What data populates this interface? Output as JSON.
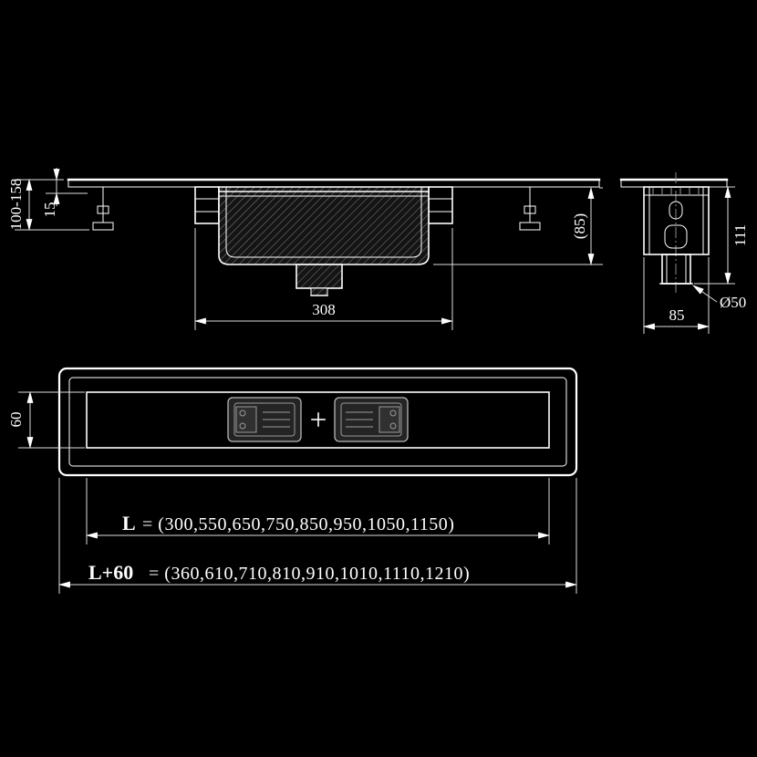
{
  "colors": {
    "background": "#000000",
    "line": "#ffffff",
    "hatch": "#7a7a7a",
    "bracket_fill": "#242424"
  },
  "side_view": {
    "dim_installation_height": "100-158",
    "dim_tile_thickness": "15",
    "dim_body_length": "308",
    "dim_depth": "(85)"
  },
  "end_view": {
    "dim_total_height": "111",
    "dim_outlet_diameter": "Ø50",
    "dim_body_width": "85"
  },
  "plan_view": {
    "dim_channel_width": "60",
    "length_label": "L",
    "length_values": "= (300,550,650,750,850,950,1050,1150)",
    "total_label": "L+60",
    "total_values": "= (360,610,710,810,910,1010,1110,1210)"
  }
}
